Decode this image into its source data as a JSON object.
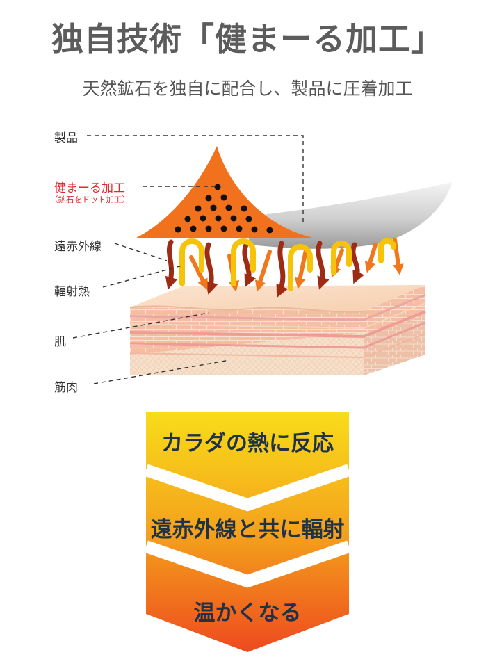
{
  "header": {
    "title": "独自技術「健まーる加工」",
    "subtitle": "天然鉱石を独自に配合し、製品に圧着加工"
  },
  "labels": {
    "product": "製品",
    "processing": "健まーる加工",
    "processing_note": "（鉱石をドット加工）",
    "far_infrared": "遠赤外線",
    "radiant_heat": "輻射熱",
    "skin": "肌",
    "muscle": "筋肉"
  },
  "flow": {
    "steps": [
      "カラダの熱に反応",
      "遠赤外線と共に輻射",
      "温かくなる"
    ]
  },
  "colors": {
    "mineral_orange": "#f2711c",
    "heat_yellow": "#f5c40a",
    "heat_dark_red": "#9e2b14",
    "flow_top": "#f7d81a",
    "flow_bottom": "#ee4a1e",
    "step_text": "#1f3248"
  }
}
